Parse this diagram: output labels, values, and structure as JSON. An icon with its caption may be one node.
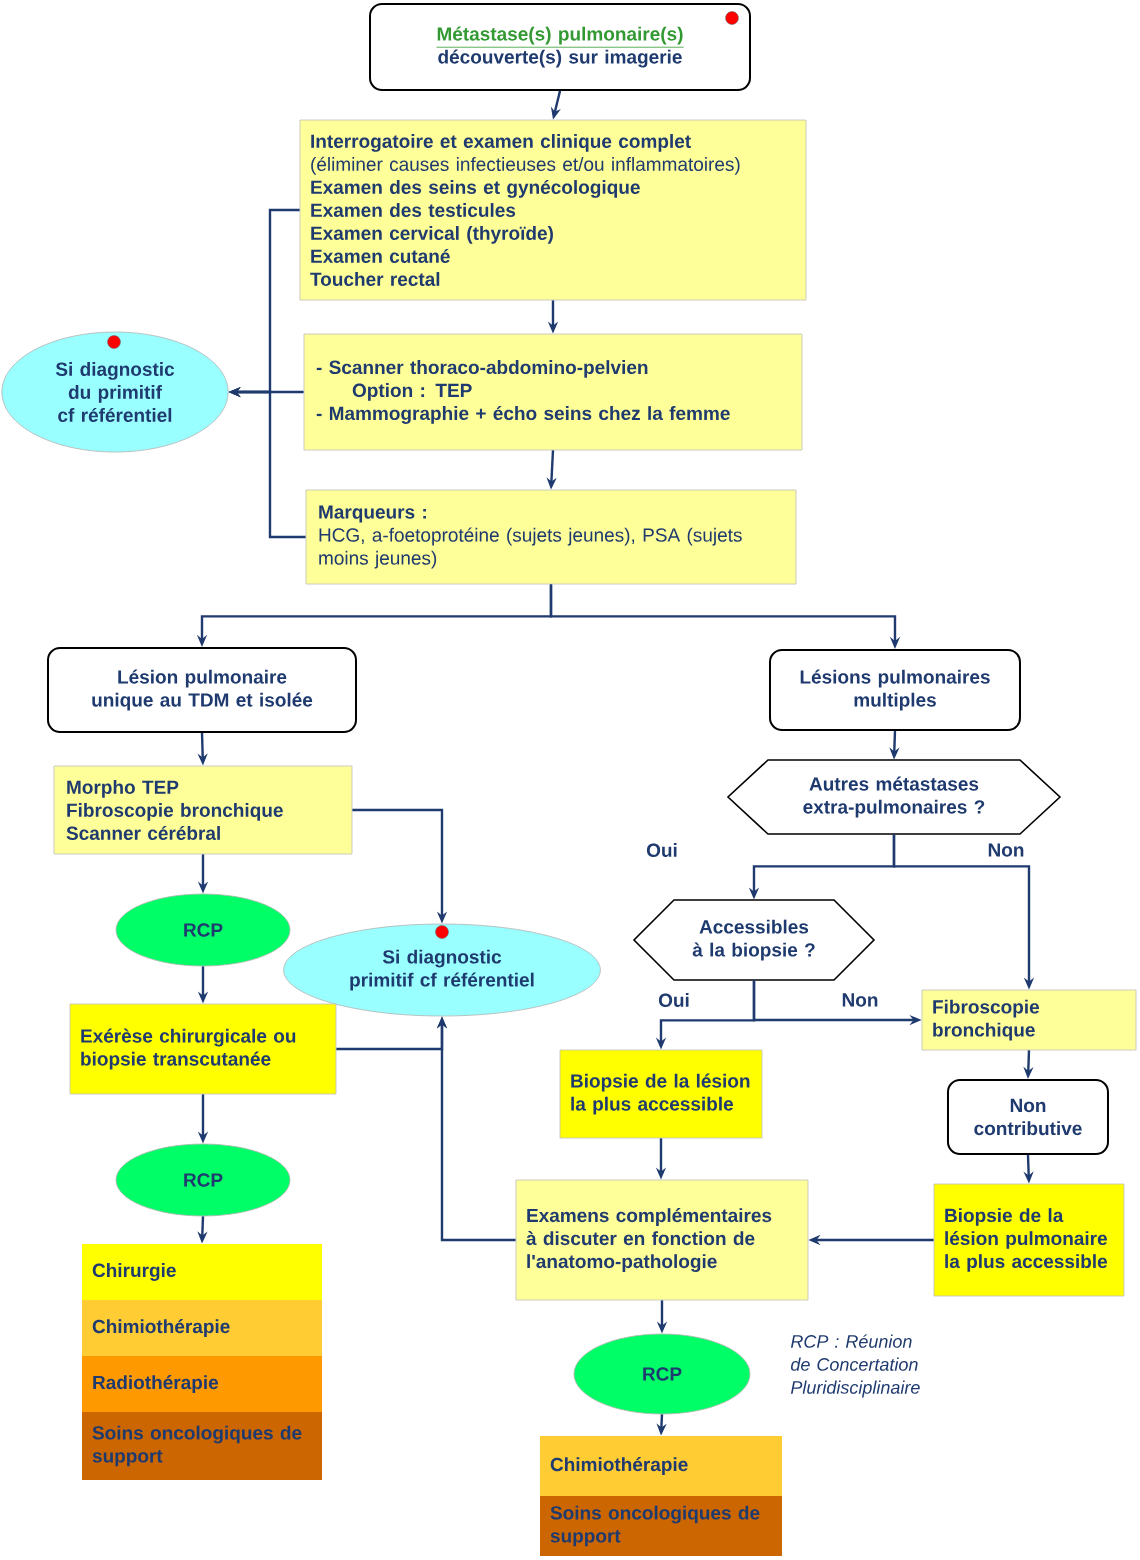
{
  "diagram": {
    "nodes": [
      {
        "text": [
          "Métastase(s) pulmonaire(s)",
          "découverte(s) sur imagerie"
        ]
      },
      {
        "text": [
          "Interrogatoire et examen clinique complet",
          "(éliminer causes infectieuses et/ou inflammatoires)",
          "Examen des seins et gynécologique",
          "Examen des testicules",
          "Examen cervical (thyroïde)",
          "Examen cutané",
          "Toucher rectal"
        ]
      },
      {
        "text": [
          "- Scanner thoraco-abdomino-pelvien",
          "Option : TEP",
          "- Mammographie + écho seins chez la femme"
        ]
      },
      {
        "text": [
          "Marqueurs :",
          "HCG, a-foetoprotéine (sujets jeunes), PSA (sujets moins jeunes)"
        ]
      },
      {
        "text": [
          "Si diagnostic du primitif cf référentiel"
        ]
      },
      {
        "text": [
          "Lésion pulmonaire unique au TDM et isolée"
        ]
      },
      {
        "text": [
          "Lésions pulmonaires multiples"
        ]
      },
      {
        "text": [
          "Morpho TEP",
          "Fibroscopie bronchique",
          "Scanner cérébral"
        ]
      },
      {
        "text": [
          "RCP"
        ]
      },
      {
        "text": [
          "Si diagnostic primitif cf référentiel"
        ]
      },
      {
        "text": [
          "Exérèse chirurgicale ou biopsie transcutanée"
        ]
      },
      {
        "text": [
          "RCP"
        ]
      },
      {
        "text": [
          "Chirurgie"
        ]
      },
      {
        "text": [
          "Chimiothérapie"
        ]
      },
      {
        "text": [
          "Radiothérapie"
        ]
      },
      {
        "text": [
          "Soins oncologiques de support"
        ]
      },
      {
        "text": [
          "Autres métastases extra-pulmonaires  ?"
        ]
      },
      {
        "text": [
          "Accessibles à la biopsie ?"
        ]
      },
      {
        "text": [
          "Fibroscopie bronchique"
        ]
      },
      {
        "text": [
          "Biopsie de la lésion la plus accessible"
        ]
      },
      {
        "text": [
          "Non contributive"
        ]
      },
      {
        "text": [
          "Examens complémentaires à discuter en fonction de l'anatomo-pathologie"
        ]
      },
      {
        "text": [
          "Biopsie de la lésion pulmonaire la plus accessible"
        ]
      },
      {
        "text": [
          "RCP"
        ]
      },
      {
        "text": [
          "Chimiothérapie"
        ]
      },
      {
        "text": [
          "Soins oncologiques de support"
        ]
      }
    ],
    "edges": [
      {
        "from": 0,
        "to": 1,
        "arrow": "to"
      },
      {
        "from": 1,
        "to": 2,
        "arrow": "to"
      },
      {
        "from": 2,
        "to": 3,
        "arrow": "to"
      },
      {
        "from": 1,
        "to": 4,
        "arrow": "to"
      },
      {
        "from": 2,
        "to": 4,
        "arrow": "to"
      },
      {
        "from": 3,
        "to": 4,
        "arrow": "to"
      },
      {
        "from": 3,
        "to": 5,
        "arrow": "to"
      },
      {
        "from": 3,
        "to": 6,
        "arrow": "to"
      },
      {
        "from": 5,
        "to": 7,
        "arrow": "to"
      },
      {
        "from": 7,
        "to": 8,
        "arrow": "to"
      },
      {
        "from": 8,
        "to": 10,
        "arrow": "to"
      },
      {
        "from": 10,
        "to": 11,
        "arrow": "to"
      },
      {
        "from": 11,
        "to": 12,
        "arrow": "to"
      },
      {
        "from": 7,
        "to": 9,
        "arrow": "to"
      },
      {
        "from": 10,
        "to": 9,
        "arrow": "to"
      },
      {
        "from": 21,
        "to": 9,
        "arrow": "to"
      },
      {
        "from": 6,
        "to": 16,
        "arrow": "to"
      },
      {
        "from": 16,
        "to": 17,
        "arrow": "to",
        "label": "Oui"
      },
      {
        "from": 16,
        "to": 18,
        "arrow": "to",
        "label": "Non"
      },
      {
        "from": 17,
        "to": 19,
        "arrow": "to",
        "label": "Oui"
      },
      {
        "from": 17,
        "to": 18,
        "arrow": "to",
        "label": "Non"
      },
      {
        "from": 18,
        "to": 20,
        "arrow": "to"
      },
      {
        "from": 20,
        "to": 22,
        "arrow": "to"
      },
      {
        "from": 22,
        "to": 21,
        "arrow": "to"
      },
      {
        "from": 19,
        "to": 21,
        "arrow": "to"
      },
      {
        "from": 21,
        "to": 23,
        "arrow": "to"
      },
      {
        "from": 23,
        "to": 24,
        "arrow": "to"
      }
    ],
    "labels": [
      "RCP : Réunion de Concertation Pluridisciplinaire"
    ]
  }
}
